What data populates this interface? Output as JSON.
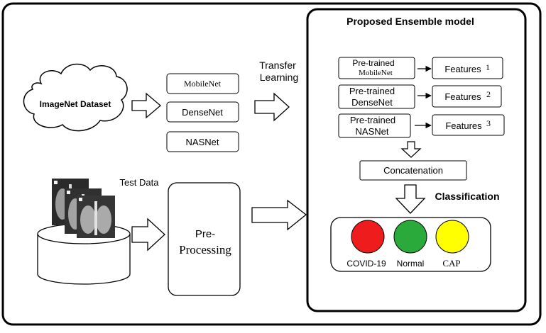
{
  "cloud": {
    "label": "ImageNet Dataset"
  },
  "backbones": [
    {
      "label": "MobileNet"
    },
    {
      "label": "DenseNet"
    },
    {
      "label": "NASNet"
    }
  ],
  "transfer": {
    "line1": "Transfer",
    "line2": "Learning"
  },
  "test": {
    "label": "Test Data"
  },
  "preprocess": {
    "line1": "Pre-",
    "line2": "Processing"
  },
  "ensemble": {
    "title": "Proposed Ensemble model",
    "pretrained": [
      {
        "line1": "Pre-trained",
        "line2": "MobileNet"
      },
      {
        "line1": "Pre-trained",
        "line2": "DenseNet"
      },
      {
        "line1": "Pre-trained",
        "line2": "NASNet"
      }
    ],
    "features": [
      {
        "label": "Features",
        "num": "1"
      },
      {
        "label": "Features",
        "num": "2"
      },
      {
        "label": "Features",
        "num": "3"
      }
    ],
    "concat": "Concatenation",
    "classification": "Classification",
    "classes": [
      {
        "label": "COVID-19",
        "color": "#ee1c1c"
      },
      {
        "label": "Normal",
        "color": "#2aaa3a"
      },
      {
        "label": "CAP",
        "color": "#ffff00"
      }
    ]
  }
}
